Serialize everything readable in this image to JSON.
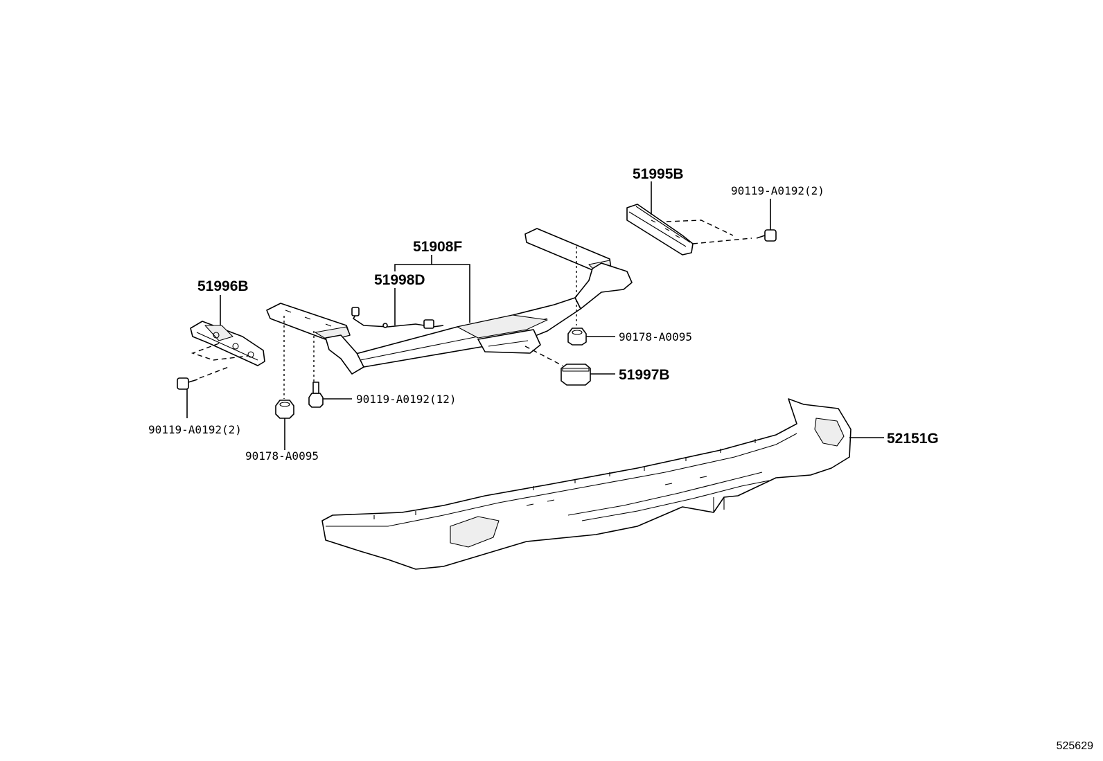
{
  "labels": {
    "p51995B": "51995B",
    "p90119_a0192_2_right": "90119-A0192(2)",
    "p51908F": "51908F",
    "p51998D": "51998D",
    "p51996B": "51996B",
    "p90178_a0095_right": "90178-A0095",
    "p51997B": "51997B",
    "p90119_a0192_12": "90119-A0192(12)",
    "p90119_a0192_2_left": "90119-A0192(2)",
    "p90178_a0095_left": "90178-A0095",
    "p52151G": "52151G"
  },
  "reference_number": "525629"
}
